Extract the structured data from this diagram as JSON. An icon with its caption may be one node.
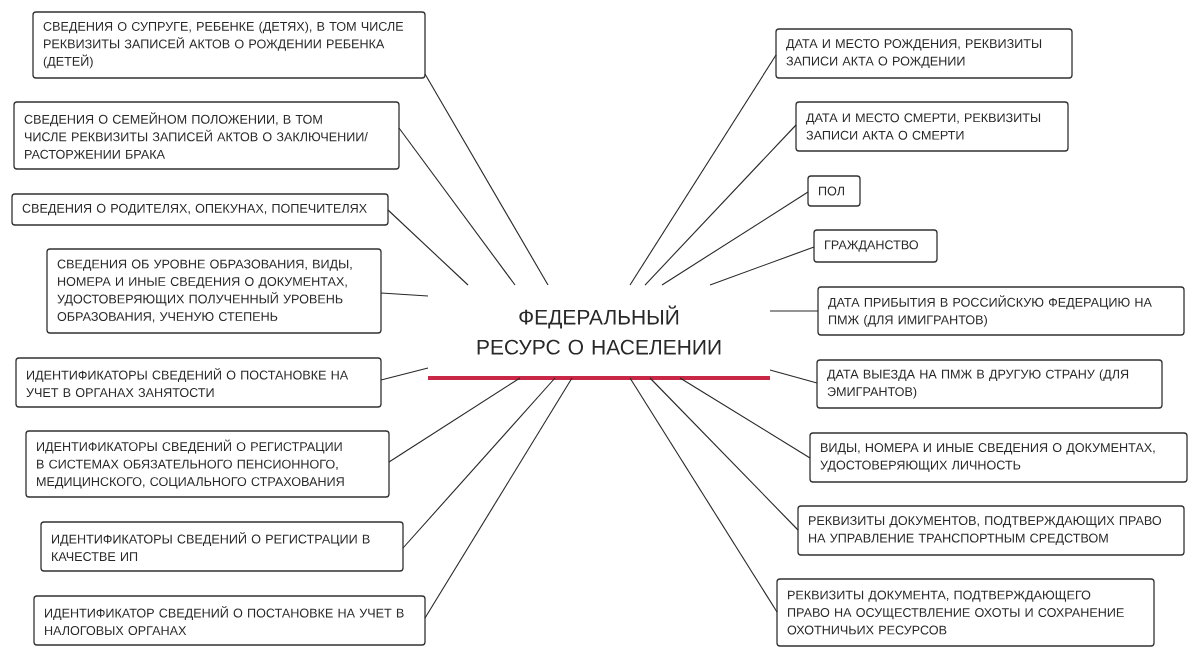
{
  "diagram": {
    "nodes": [
      {
        "text": [
          "ФЕДЕРАЛЬНЫЙ РЕСУРС О НАСЕЛЕНИИ"
        ]
      },
      {
        "text": [
          "СВЕДЕНИЯ О СУПРУГЕ, РЕБЕНКЕ (ДЕТЯХ), В ТОМ ЧИСЛЕ РЕКВИЗИТЫ ЗАПИСЕЙ АКТОВ О РОЖДЕНИИ РЕБЕНКА (ДЕТЕЙ)"
        ]
      },
      {
        "text": [
          "СВЕДЕНИЯ О СЕМЕЙНОМ ПОЛОЖЕНИИ, В ТОМ ЧИСЛЕ РЕКВИЗИТЫ ЗАПИСЕЙ АКТОВ О ЗАКЛЮЧЕНИИ/ РАСТОРЖЕНИИ БРАКА"
        ]
      },
      {
        "text": [
          "СВЕДЕНИЯ О РОДИТЕЛЯХ, ОПЕКУНАХ, ПОПЕЧИТЕЛЯХ"
        ]
      },
      {
        "text": [
          "СВЕДЕНИЯ ОБ УРОВНЕ ОБРАЗОВАНИЯ, ВИДЫ, НОМЕРА И ИНЫЕ СВЕДЕНИЯ О ДОКУМЕНТАХ, УДОСТОВЕРЯЮЩИХ ПОЛУЧЕННЫЙ УРОВЕНЬ ОБРАЗОВАНИЯ, УЧЕНУЮ СТЕПЕНЬ"
        ]
      },
      {
        "text": [
          "ИДЕНТИФИКАТОРЫ СВЕДЕНИЙ О ПОСТАНОВКЕ НА УЧЕТ В ОРГАНАХ ЗАНЯТОСТИ"
        ]
      },
      {
        "text": [
          "ИДЕНТИФИКАТОРЫ СВЕДЕНИЙ О РЕГИСТРАЦИИ В СИСТЕМАХ ОБЯЗАТЕЛЬНОГО ПЕНСИОННОГО, МЕДИЦИНСКОГО, СОЦИАЛЬНОГО СТРАХОВАНИЯ"
        ]
      },
      {
        "text": [
          "ИДЕНТИФИКАТОРЫ СВЕДЕНИЙ О РЕГИСТРАЦИИ В КАЧЕСТВЕ ИП"
        ]
      },
      {
        "text": [
          "ИДЕНТИФИКАТОР СВЕДЕНИЙ О ПОСТАНОВКЕ НА УЧЕТ В НАЛОГОВЫХ ОРГАНАХ"
        ]
      },
      {
        "text": [
          "ДАТА И МЕСТО РОЖДЕНИЯ, РЕКВИЗИТЫ ЗАПИСИ АКТА О РОЖДЕНИИ"
        ]
      },
      {
        "text": [
          "ДАТА И МЕСТО СМЕРТИ, РЕКВИЗИТЫ ЗАПИСИ АКТА О СМЕРТИ"
        ]
      },
      {
        "text": [
          "ПОЛ"
        ]
      },
      {
        "text": [
          "ГРАЖДАНСТВО"
        ]
      },
      {
        "text": [
          "ДАТА ПРИБЫТИЯ В РОССИЙСКУЮ ФЕДЕРАЦИЮ НА ПМЖ (ДЛЯ ИМИГРАНТОВ)"
        ]
      },
      {
        "text": [
          "ДАТА ВЫЕЗДА НА ПМЖ В ДРУГУЮ СТРАНУ (ДЛЯ ЭМИГРАНТОВ)"
        ]
      },
      {
        "text": [
          "ВИДЫ, НОМЕРА И ИНЫЕ СВЕДЕНИЯ О ДОКУМЕНТАХ, УДОСТОВЕРЯЮЩИХ ЛИЧНОСТЬ"
        ]
      },
      {
        "text": [
          "РЕКВИЗИТЫ ДОКУМЕНТОВ, ПОДТВЕРЖДАЮЩИХ ПРАВО НА УПРАВЛЕНИЕ ТРАНСПОРТНЫМ СРЕДСТВОМ"
        ]
      },
      {
        "text": [
          "РЕКВИЗИТЫ ДОКУМЕНТА, ПОДТВЕРЖДАЮЩЕГО ПРАВО НА ОСУЩЕСТВЛЕНИЕ ОХОТЫ И СОХРАНЕНИЕ ОХОТНИЧЬИХ РЕСУРСОВ"
        ]
      }
    ],
    "edges": [
      {
        "from": 0,
        "to": 1,
        "arrow": "none"
      },
      {
        "from": 0,
        "to": 2,
        "arrow": "none"
      },
      {
        "from": 0,
        "to": 3,
        "arrow": "none"
      },
      {
        "from": 0,
        "to": 4,
        "arrow": "none"
      },
      {
        "from": 0,
        "to": 5,
        "arrow": "none"
      },
      {
        "from": 0,
        "to": 6,
        "arrow": "none"
      },
      {
        "from": 0,
        "to": 7,
        "arrow": "none"
      },
      {
        "from": 0,
        "to": 8,
        "arrow": "none"
      },
      {
        "from": 0,
        "to": 9,
        "arrow": "none"
      },
      {
        "from": 0,
        "to": 10,
        "arrow": "none"
      },
      {
        "from": 0,
        "to": 11,
        "arrow": "none"
      },
      {
        "from": 0,
        "to": 12,
        "arrow": "none"
      },
      {
        "from": 0,
        "to": 13,
        "arrow": "none"
      },
      {
        "from": 0,
        "to": 14,
        "arrow": "none"
      },
      {
        "from": 0,
        "to": 15,
        "arrow": "none"
      },
      {
        "from": 0,
        "to": 16,
        "arrow": "none"
      },
      {
        "from": 0,
        "to": 17,
        "arrow": "none"
      }
    ]
  }
}
